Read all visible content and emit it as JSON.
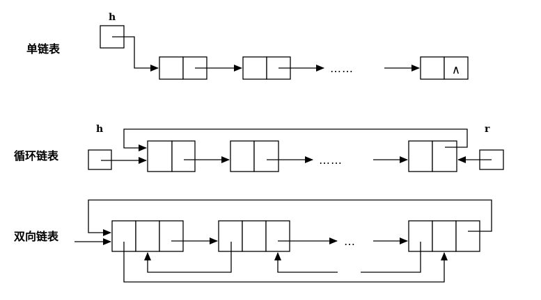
{
  "singly_linked_list": {
    "label": "单链表",
    "head_pointer": "h",
    "ellipsis": "……",
    "null_marker": "∧"
  },
  "circular_linked_list": {
    "label": "循环链表",
    "head_pointer": "h",
    "rear_pointer": "r",
    "ellipsis": "……"
  },
  "doubly_linked_list": {
    "label": "双向链表",
    "ellipsis": "…"
  }
}
